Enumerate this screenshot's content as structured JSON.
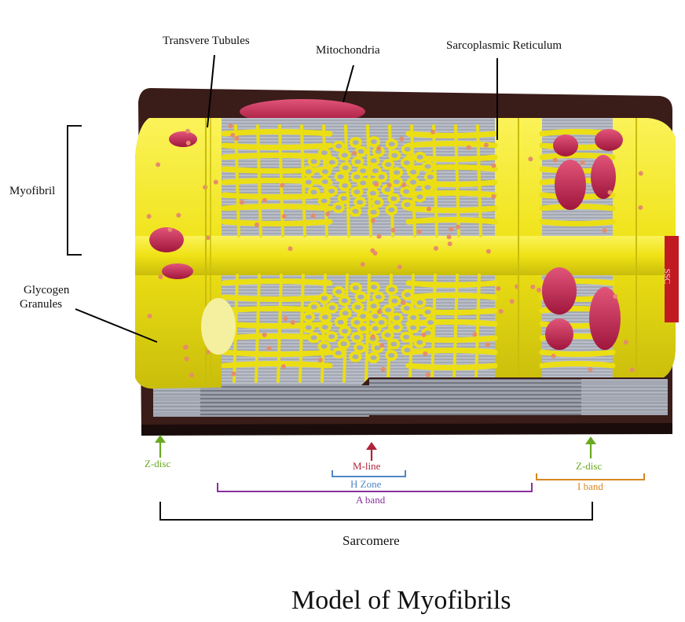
{
  "labels": {
    "transverse_tubules": "Transvere Tubules",
    "mitochondria": "Mitochondria",
    "sarcoplasmic_reticulum": "Sarcoplasmic Reticulum",
    "myofibril": "Myofibril",
    "glycogen_line1": "Glycogen",
    "glycogen_line2": "Granules",
    "z_disc_left": "Z-disc",
    "m_line": "M-line",
    "h_zone": "H Zone",
    "z_disc_right": "Z-disc",
    "i_band": "I band",
    "a_band": "A band",
    "sarcomere": "Sarcomere",
    "side_tag": "SSC"
  },
  "title": "Model of Myofibrils",
  "colors": {
    "z_disc": "#6aa821",
    "m_line": "#b0233a",
    "h_zone": "#4f86c6",
    "a_band": "#8a2f9e",
    "i_band": "#d9861f",
    "bracket_black": "#111111",
    "reticulum_yellow": "#f2e619",
    "mitochondria_red": "#c2234e",
    "myofilament_grey": "#aeb3bd",
    "base_wood": "#3a1c18"
  }
}
